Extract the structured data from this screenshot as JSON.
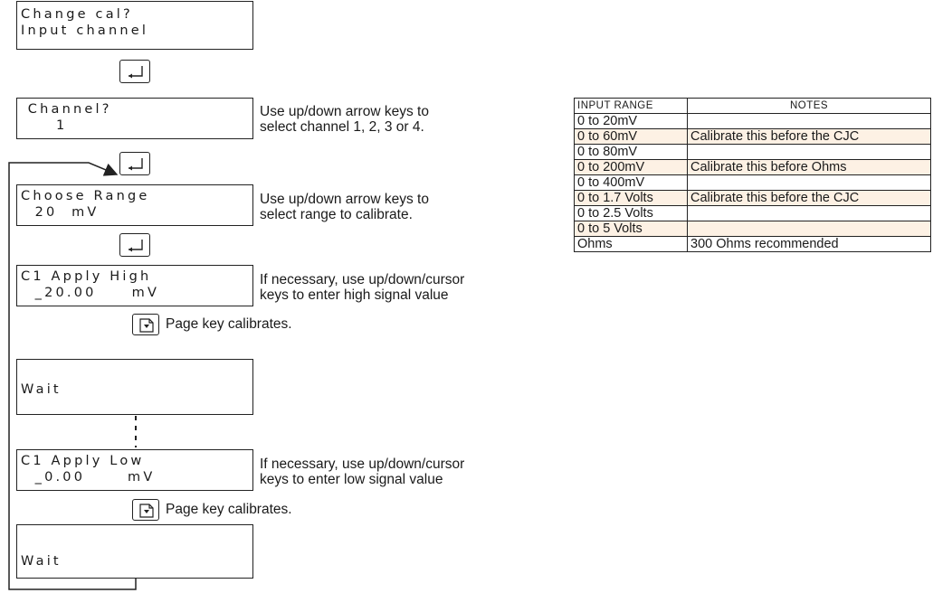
{
  "screens": {
    "change_cal": {
      "line1": "Change cal?",
      "line2": "Input channel"
    },
    "channel": {
      "line1": " Channel?",
      "line2": "     1"
    },
    "choose_range": {
      "line1": "Choose Range",
      "line2": "  20  mV"
    },
    "apply_high": {
      "line1": "C1 Apply High",
      "line2": "  _20.00     mV"
    },
    "wait_1": {
      "line1": "",
      "line2": "Wait"
    },
    "apply_low": {
      "line1": "C1 Apply Low",
      "line2": "  _0.00      mV"
    },
    "wait_2": {
      "line1": "",
      "line2": "Wait"
    }
  },
  "notes": {
    "channel": "Use up/down arrow keys to\nselect channel 1, 2, 3 or 4.",
    "range": "Use up/down arrow keys to\nselect range to calibrate.",
    "high": "If necessary, use up/down/cursor\nkeys to enter high signal value",
    "low": "If necessary, use up/down/cursor\nkeys to enter low signal value"
  },
  "page_key_text": {
    "first": "Page key calibrates.",
    "second": "Page key calibrates."
  },
  "icons": {
    "enter": "enter-key-icon",
    "page": "page-key-icon"
  },
  "table": {
    "headers": [
      "INPUT RANGE",
      "NOTES"
    ],
    "rows": [
      {
        "range": "0 to 20mV",
        "note": "",
        "highlight": false
      },
      {
        "range": "0 to 60mV",
        "note": "Calibrate this before the CJC",
        "highlight": true
      },
      {
        "range": "0 to 80mV",
        "note": "",
        "highlight": false
      },
      {
        "range": "0 to 200mV",
        "note": "Calibrate this before Ohms",
        "highlight": true
      },
      {
        "range": "0 to 400mV",
        "note": "",
        "highlight": false
      },
      {
        "range": "0 to 1.7 Volts",
        "note": "Calibrate this before the CJC",
        "highlight": true
      },
      {
        "range": "0 to 2.5 Volts",
        "note": "",
        "highlight": false
      },
      {
        "range": "0 to 5 Volts",
        "note": "",
        "highlight": true
      },
      {
        "range": "Ohms",
        "note": "300 Ohms recommended",
        "highlight": false
      }
    ]
  },
  "colors": {
    "highlight_row": "#fdf1e4",
    "line": "#222222"
  }
}
